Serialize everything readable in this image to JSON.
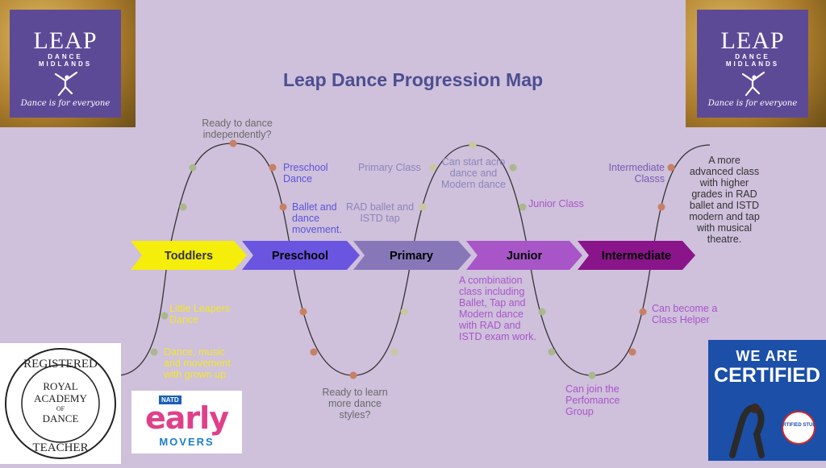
{
  "title": "Leap Dance Progression Map",
  "logo": {
    "brand": "LEAP",
    "sub1": "DANCE",
    "sub2": "MIDLANDS",
    "tagline": "Dance is for everyone"
  },
  "stages": [
    {
      "label": "Toddlers",
      "color": "#f5ee0a",
      "text_color": "#333333"
    },
    {
      "label": "Preschool",
      "color": "#6a55e0",
      "text_color": "#ffffff"
    },
    {
      "label": "Primary",
      "color": "#8877b8",
      "text_color": "#ffffff"
    },
    {
      "label": "Junior",
      "color": "#a855c8",
      "text_color": "#ffffff"
    },
    {
      "label": "Intermediate",
      "color": "#8a148a",
      "text_color": "#ffffff"
    }
  ],
  "notes": {
    "little_leapers": "Little Leapers Dance",
    "dance_music": "Dance, music and movement with grown up",
    "ready_independent": "Ready to dance independently?",
    "preschool_dance": "Preschool Dance",
    "ballet_movement": "Ballet and dance movement.",
    "ready_learn": "Ready to learn more dance styles?",
    "primary_class": "Primary Class",
    "rad_istd": "RAD ballet and ISTD tap",
    "acro": "Can start acro dance and Modern dance",
    "junior_class": "Junior Class",
    "combination": "A combination class including Ballet, Tap and Modern dance with RAD and ISTD exam work.",
    "performance": "Can join the Perfomance Group",
    "intermediate_class": "Intermediate Classs",
    "helper": "Can become a Class Helper",
    "advanced": "A more advanced class with higher grades in RAD ballet and ISTD modern and tap with musical theatre."
  },
  "badges": {
    "rad": {
      "top": "REGISTERED",
      "mid1": "ROYAL",
      "mid2": "ACADEMY",
      "mid3": "OF",
      "mid4": "DANCE",
      "bottom": "TEACHER"
    },
    "early": {
      "natd": "NATD",
      "big": "early",
      "small": "MOVERS"
    },
    "cert": {
      "line1": "WE ARE",
      "line2": "CERTIFIED",
      "seal": "CERTIFIED STUDIO"
    }
  }
}
